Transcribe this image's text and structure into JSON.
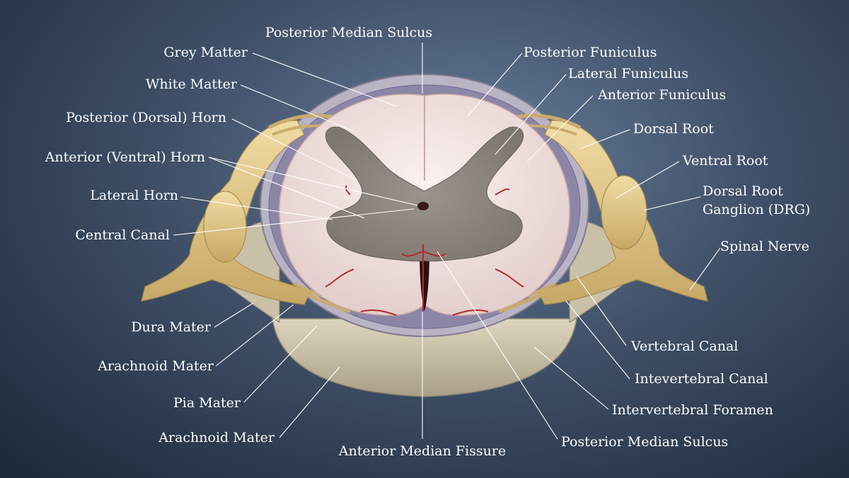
{
  "labels": {
    "posterior_median_sulcus_top": "Posterior Median Sulcus",
    "grey_matter": "Grey Matter",
    "white_matter": "White Matter",
    "posterior_dorsal_horn": "Posterior (Dorsal) Horn",
    "anterior_ventral_horn": "Anterior (Ventral) Horn",
    "lateral_horn": "Lateral Horn",
    "central_canal": "Central Canal",
    "dura_mater": "Dura Mater",
    "arachnoid_mater_1": "Arachnoid Mater",
    "pia_mater": "Pia Mater",
    "arachnoid_mater_2": "Arachnoid Mater",
    "anterior_median_fissure": "Anterior Median Fissure",
    "posterior_funiculus": "Posterior Funiculus",
    "lateral_funiculus": "Lateral Funiculus",
    "anterior_funiculus": "Anterior Funiculus",
    "dorsal_root": "Dorsal Root",
    "ventral_root": "Ventral Root",
    "drg_line1": "Dorsal Root",
    "drg_line2": "Ganglion (DRG)",
    "spinal_nerve": "Spinal Nerve",
    "vertebral_canal": "Vertebral Canal",
    "intevertebral_canal": "Intevertebral Canal",
    "intervertebral_foramen": "Intervertebral Foramen",
    "posterior_median_sulcus_bottom": "Posterior Median Sulcus"
  },
  "colors": {
    "white_matter": "#f1e3e1",
    "grey_matter": "#8f8680",
    "nerve": "#e3c98a",
    "bone": "#cfc6ae",
    "vessel": "#b32a2a"
  }
}
